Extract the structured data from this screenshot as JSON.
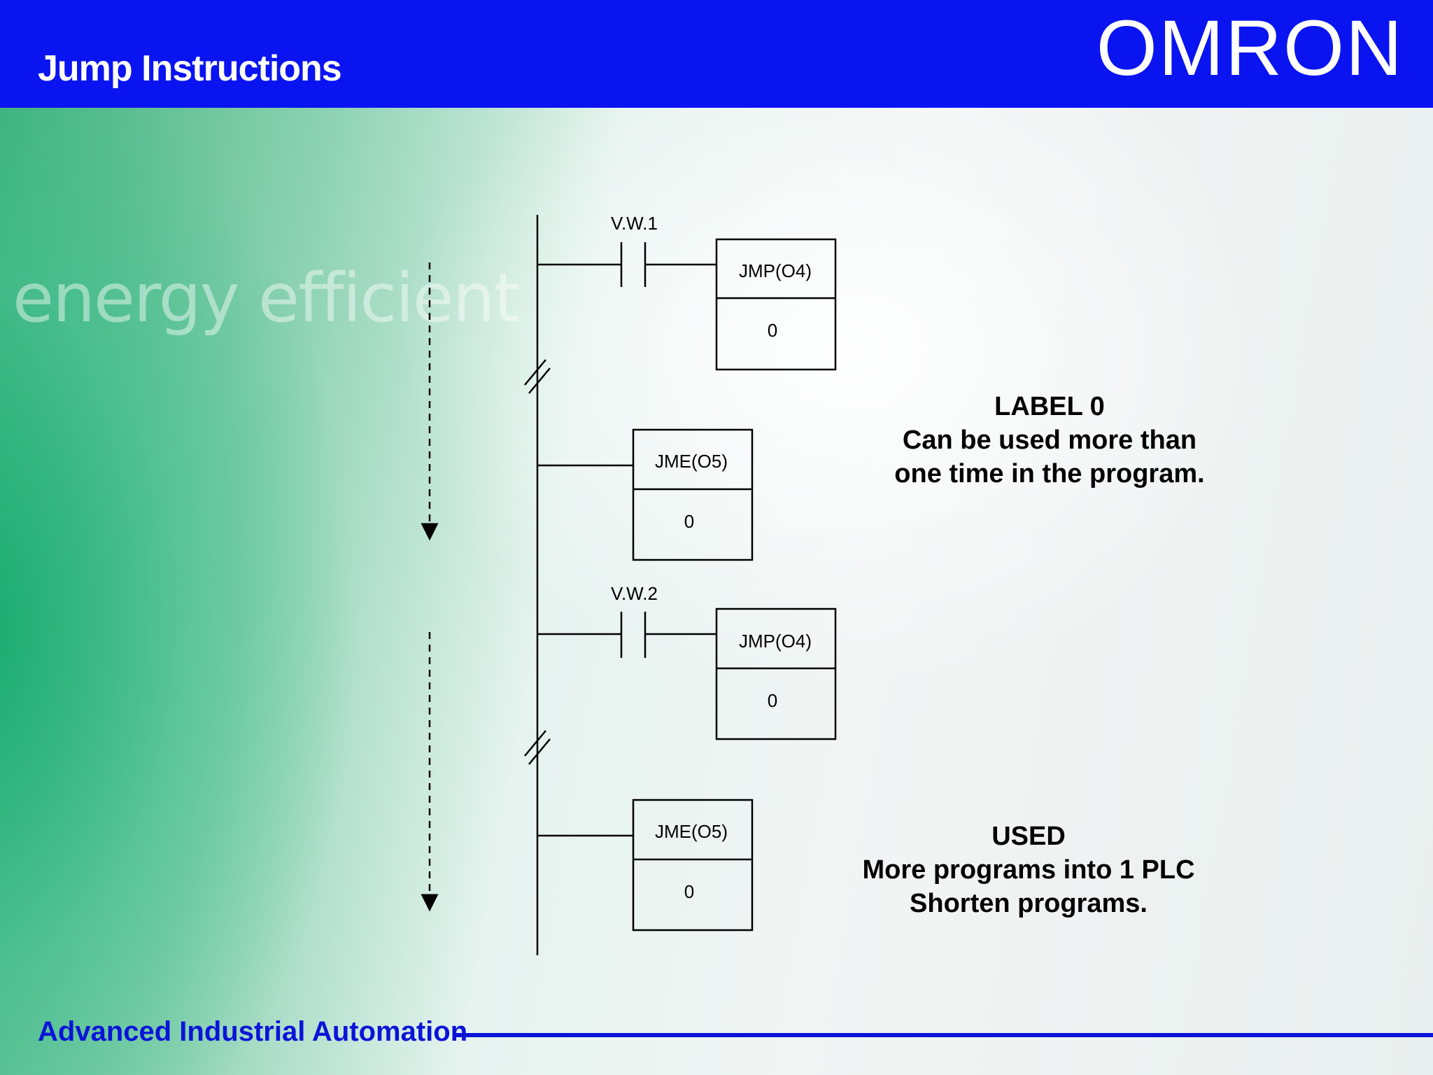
{
  "header": {
    "title": "Jump Instructions",
    "logo": "OMRON"
  },
  "background": {
    "watermark_text": "energy efficient"
  },
  "diagram": {
    "rungs": [
      {
        "contact_label": "V.W.1",
        "instruction": "JMP(O4)",
        "operand": "0"
      },
      {
        "contact_label": "",
        "instruction": "JME(O5)",
        "operand": "0"
      },
      {
        "contact_label": "V.W.2",
        "instruction": "JMP(O4)",
        "operand": "0"
      },
      {
        "contact_label": "",
        "instruction": "JME(O5)",
        "operand": "0"
      }
    ]
  },
  "notes": {
    "label": {
      "line1": "LABEL 0",
      "line2": "Can be used more than",
      "line3": "one time in the program."
    },
    "used": {
      "line1": "USED",
      "line2": "More programs into 1 PLC",
      "line3": "Shorten programs."
    }
  },
  "footer": {
    "text": "Advanced Industrial Automation"
  },
  "colors": {
    "header_bg": "#0a14f0",
    "footer_text": "#0a14d8"
  }
}
